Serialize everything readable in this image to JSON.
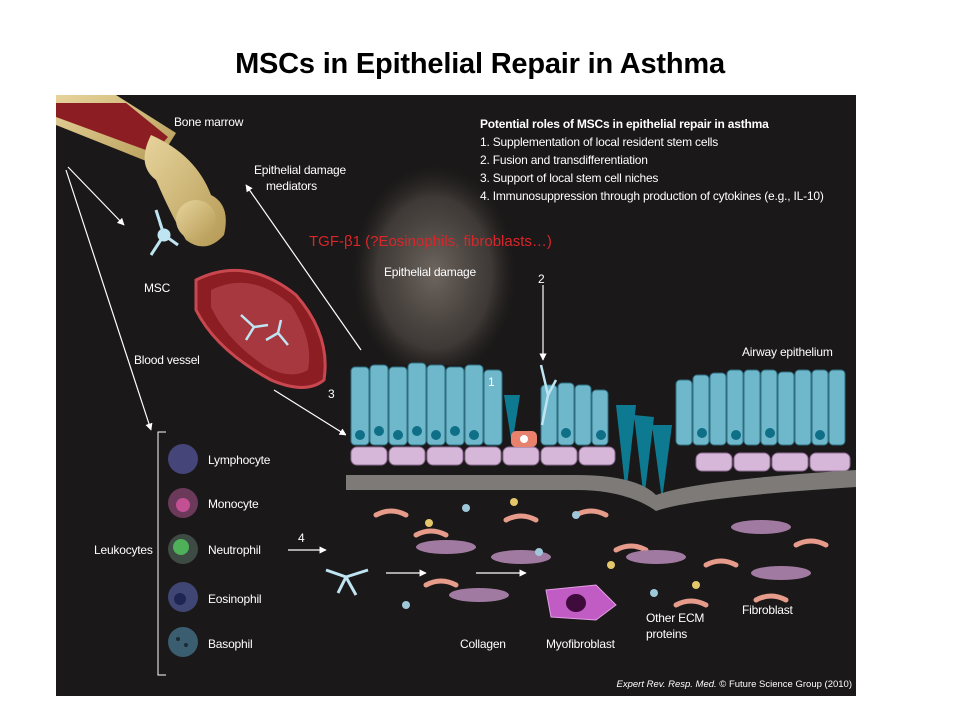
{
  "slide": {
    "title": "MSCs in Epithelial Repair in Asthma"
  },
  "figure": {
    "labels": {
      "bone_marrow": "Bone marrow",
      "epithelial_damage_mediators_1": "Epithelial damage",
      "epithelial_damage_mediators_2": "mediators",
      "msc": "MSC",
      "blood_vessel": "Blood vessel",
      "epithelial_damage": "Epithelial damage",
      "airway_epithelium": "Airway epithelium",
      "leukocytes": "Leukocytes",
      "lymphocyte": "Lymphocyte",
      "monocyte": "Monocyte",
      "neutrophil": "Neutrophil",
      "eosinophil": "Eosinophil",
      "basophil": "Basophil",
      "collagen": "Collagen",
      "myofibroblast": "Myofibroblast",
      "other_ecm_1": "Other ECM",
      "other_ecm_2": "proteins",
      "fibroblast": "Fibroblast"
    },
    "numbers": {
      "n1": "1",
      "n2": "2",
      "n3": "3",
      "n4": "4"
    },
    "roles": {
      "heading": "Potential roles of MSCs in epithelial repair in asthma",
      "items": [
        "1. Supplementation of local resident stem cells",
        "2. Fusion and transdifferentiation",
        "3. Support of local stem cell niches",
        "4. Immunosuppression through production of cytokines (e.g., IL-10)"
      ]
    },
    "annotation": "TGF-β1 (?Eosinophils, fibroblasts…)",
    "credit": {
      "journal": "Expert Rev. Resp. Med.",
      "rest": " © Future Science Group (2010)"
    },
    "colors": {
      "background": "#1a1818",
      "annotation": "#d9262a",
      "epithelium": "#6fb8cc",
      "bone": "#d8c28a",
      "vessel": "#b3262e"
    }
  }
}
